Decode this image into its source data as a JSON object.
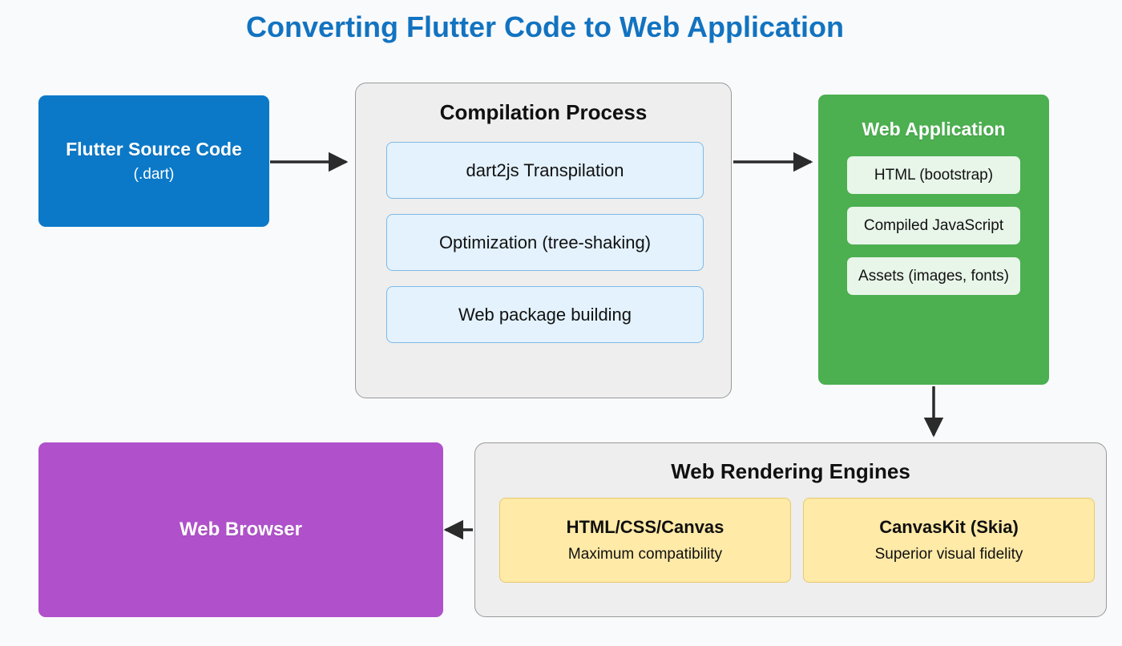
{
  "page": {
    "title": "Converting Flutter Code to Web Application",
    "background_color": "#f9fafc",
    "title_color": "#1273c0"
  },
  "nodes": {
    "source": {
      "name": "Flutter Source Code",
      "subtitle": "(.dart)",
      "color": "#0b79c8",
      "text_color": "#ffffff"
    },
    "web_application": {
      "name": "Web Application",
      "color": "#4caf50",
      "text_color": "#ffffff",
      "items": [
        "HTML (bootstrap)",
        "Compiled JavaScript",
        "Assets (images, fonts)"
      ],
      "item_color": "#e8f5e9"
    },
    "browser": {
      "name": "Web Browser",
      "color": "#b051cb",
      "text_color": "#ffffff"
    }
  },
  "panels": {
    "compilation": {
      "title": "Compilation Process",
      "background": "#eeeeee",
      "border": "#999999",
      "steps": [
        "dart2js Transpilation",
        "Optimization (tree-shaking)",
        "Web package building"
      ],
      "step_color": "#e3f2fd",
      "step_border": "#7fb9e6"
    },
    "rendering": {
      "title": "Web Rendering Engines",
      "background": "#eeeeee",
      "border": "#999999",
      "engines": [
        {
          "name": "HTML/CSS/Canvas",
          "description": "Maximum compatibility"
        },
        {
          "name": "CanvasKit (Skia)",
          "description": "Superior visual fidelity"
        }
      ],
      "engine_color": "#ffeaa7",
      "engine_border": "#e8c96b"
    }
  },
  "arrows": {
    "color": "#2b2b2b",
    "connections": [
      "source-to-compilation",
      "compilation-to-web-application",
      "web-application-to-rendering",
      "rendering-to-browser"
    ]
  }
}
